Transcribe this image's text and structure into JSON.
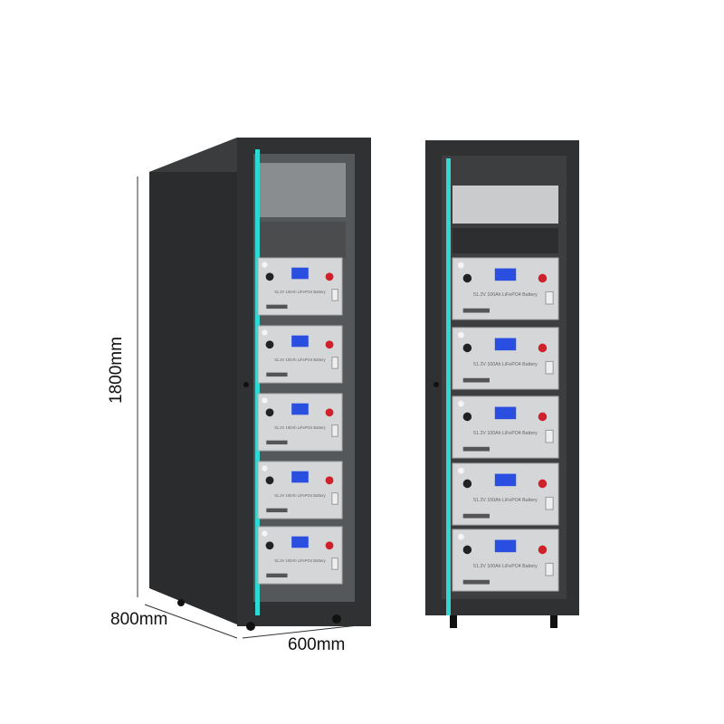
{
  "dimensions": {
    "height": "1800mm",
    "depth": "800mm",
    "width": "600mm"
  },
  "module_label": "51.2V 100Ah LiFePO4 Battery",
  "module_count": 5,
  "colors": {
    "cabinet": "#2f3133",
    "accent": "#2fd9d2",
    "module": "#d4d6d8",
    "lcd": "#2a4fe0",
    "terminal": "#d0202a"
  }
}
